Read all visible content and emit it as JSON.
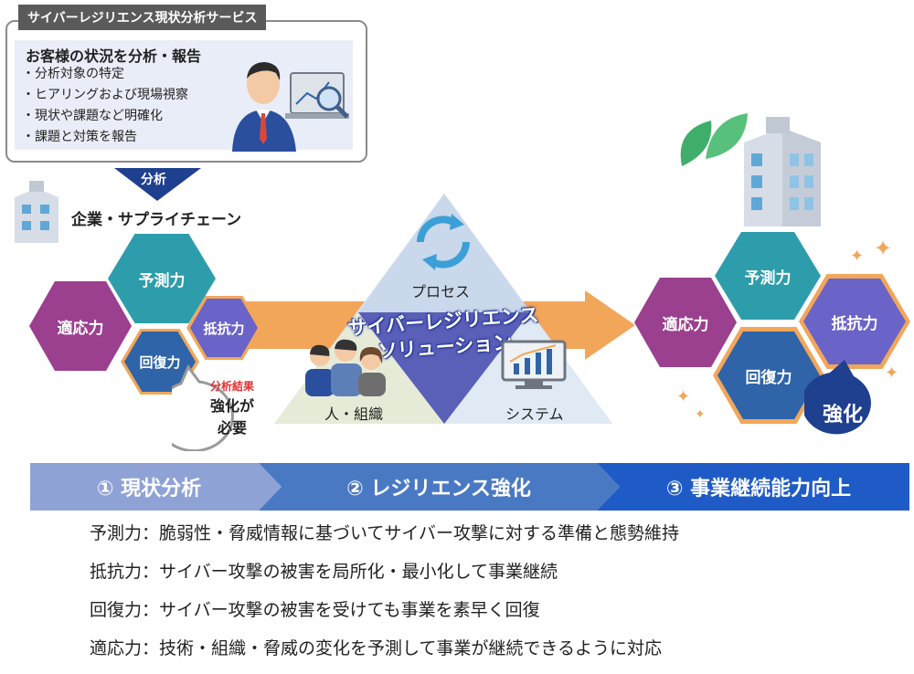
{
  "service_box": {
    "title": "サイバーレジリエンス現状分析サービス",
    "heading": "お客様の状況を分析・報告",
    "items": [
      "・分析対象の特定",
      "・ヒアリングおよび現場視察",
      "・現状や課題など明確化",
      "・課題と対策を報告"
    ]
  },
  "analysis_label": "分析",
  "company_label": "企業・サプライチェーン",
  "left_hexes": {
    "predict": "予測力",
    "adapt": "適応力",
    "resist": "抵抗力",
    "recover": "回復力"
  },
  "bubble": {
    "line1": "分析結果",
    "line2": "強化が",
    "line3": "必要"
  },
  "triangle": {
    "process": "プロセス",
    "people": "人・組織",
    "system": "システム"
  },
  "solution": {
    "line1": "サイバーレジリエンス",
    "line2": "ソリューション"
  },
  "right_hexes": {
    "predict": "予測力",
    "adapt": "適応力",
    "resist": "抵抗力",
    "recover": "回復力"
  },
  "strengthen": "強化",
  "steps": [
    "① 現状分析",
    "② レジリエンス強化",
    "③ 事業継続能力向上"
  ],
  "definitions": [
    "予測力：脆弱性・脅威情報に基づいてサイバー攻撃に対する準備と態勢維持",
    "抵抗力：サイバー攻撃の被害を局所化・最小化して事業継続",
    "回復力：サイバー攻撃の被害を受けても事業を素早く回復",
    "適応力：技術・組織・脅威の変化を予測して事業が継続できるように対応"
  ],
  "colors": {
    "purple": "#9b3f8f",
    "teal": "#2e9dab",
    "blue": "#2f64a8",
    "violet": "#6a63c8",
    "orange": "#f2a65a",
    "navy": "#1f3f8f"
  }
}
